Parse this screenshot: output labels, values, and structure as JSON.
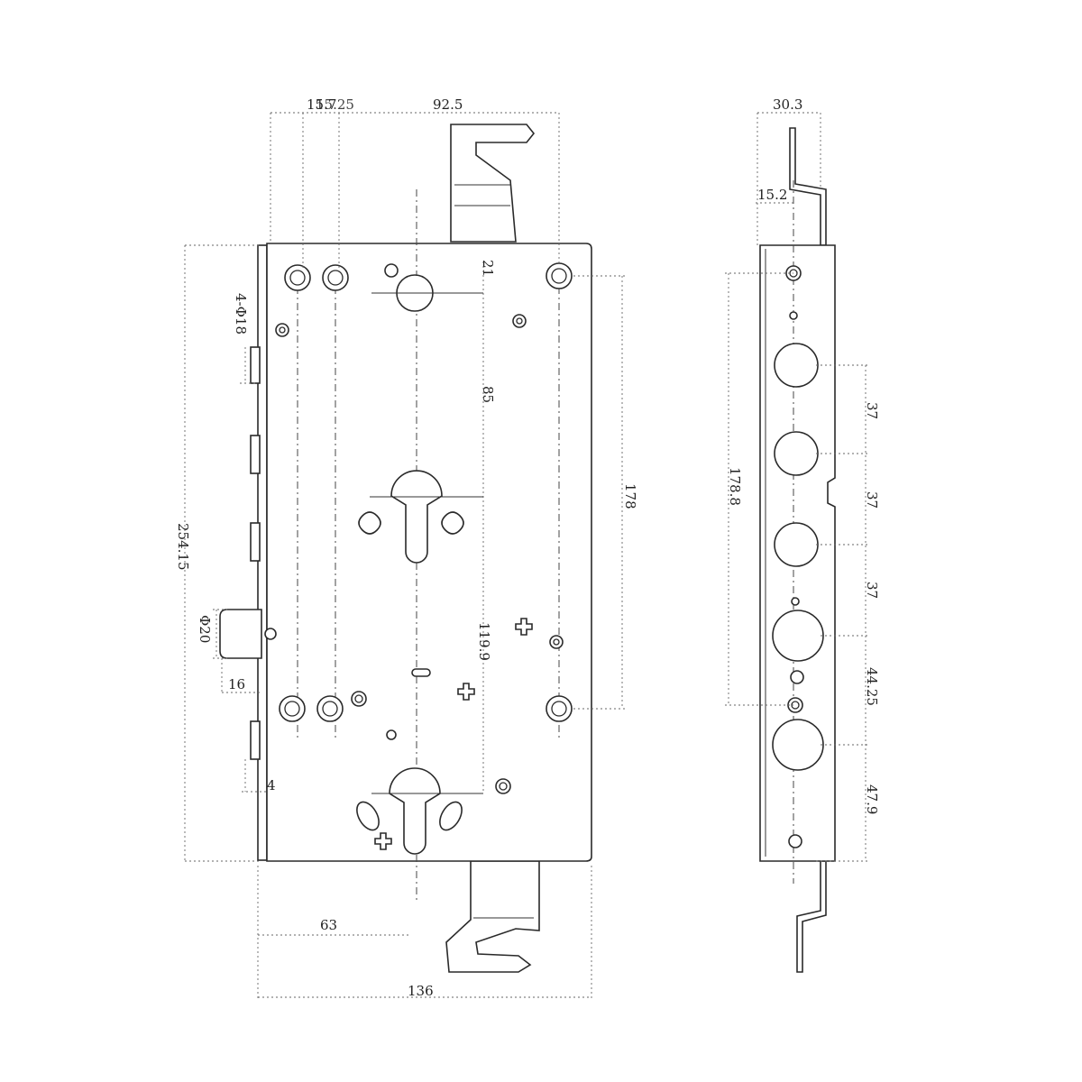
{
  "front_view": {
    "dims": {
      "top_left_a": "15.7",
      "top_left_b": "15.25",
      "top_span": "92.5",
      "holes": "4-Φ18",
      "height": "254.15",
      "deadbolt_dia": "Φ20",
      "deadbolt_offset": "16",
      "latch_offset": "4",
      "vertical_21": "21",
      "vertical_85": "85",
      "vertical_119": "119.9",
      "vertical_178": "178",
      "bottom_63": "63",
      "bottom_136": "136"
    }
  },
  "side_view": {
    "dims": {
      "width": "30.3",
      "offset": "15.2",
      "span": "178.8",
      "gap1": "37",
      "gap2": "37",
      "gap3": "37",
      "gap4": "44.25",
      "gap5": "47.9"
    }
  }
}
